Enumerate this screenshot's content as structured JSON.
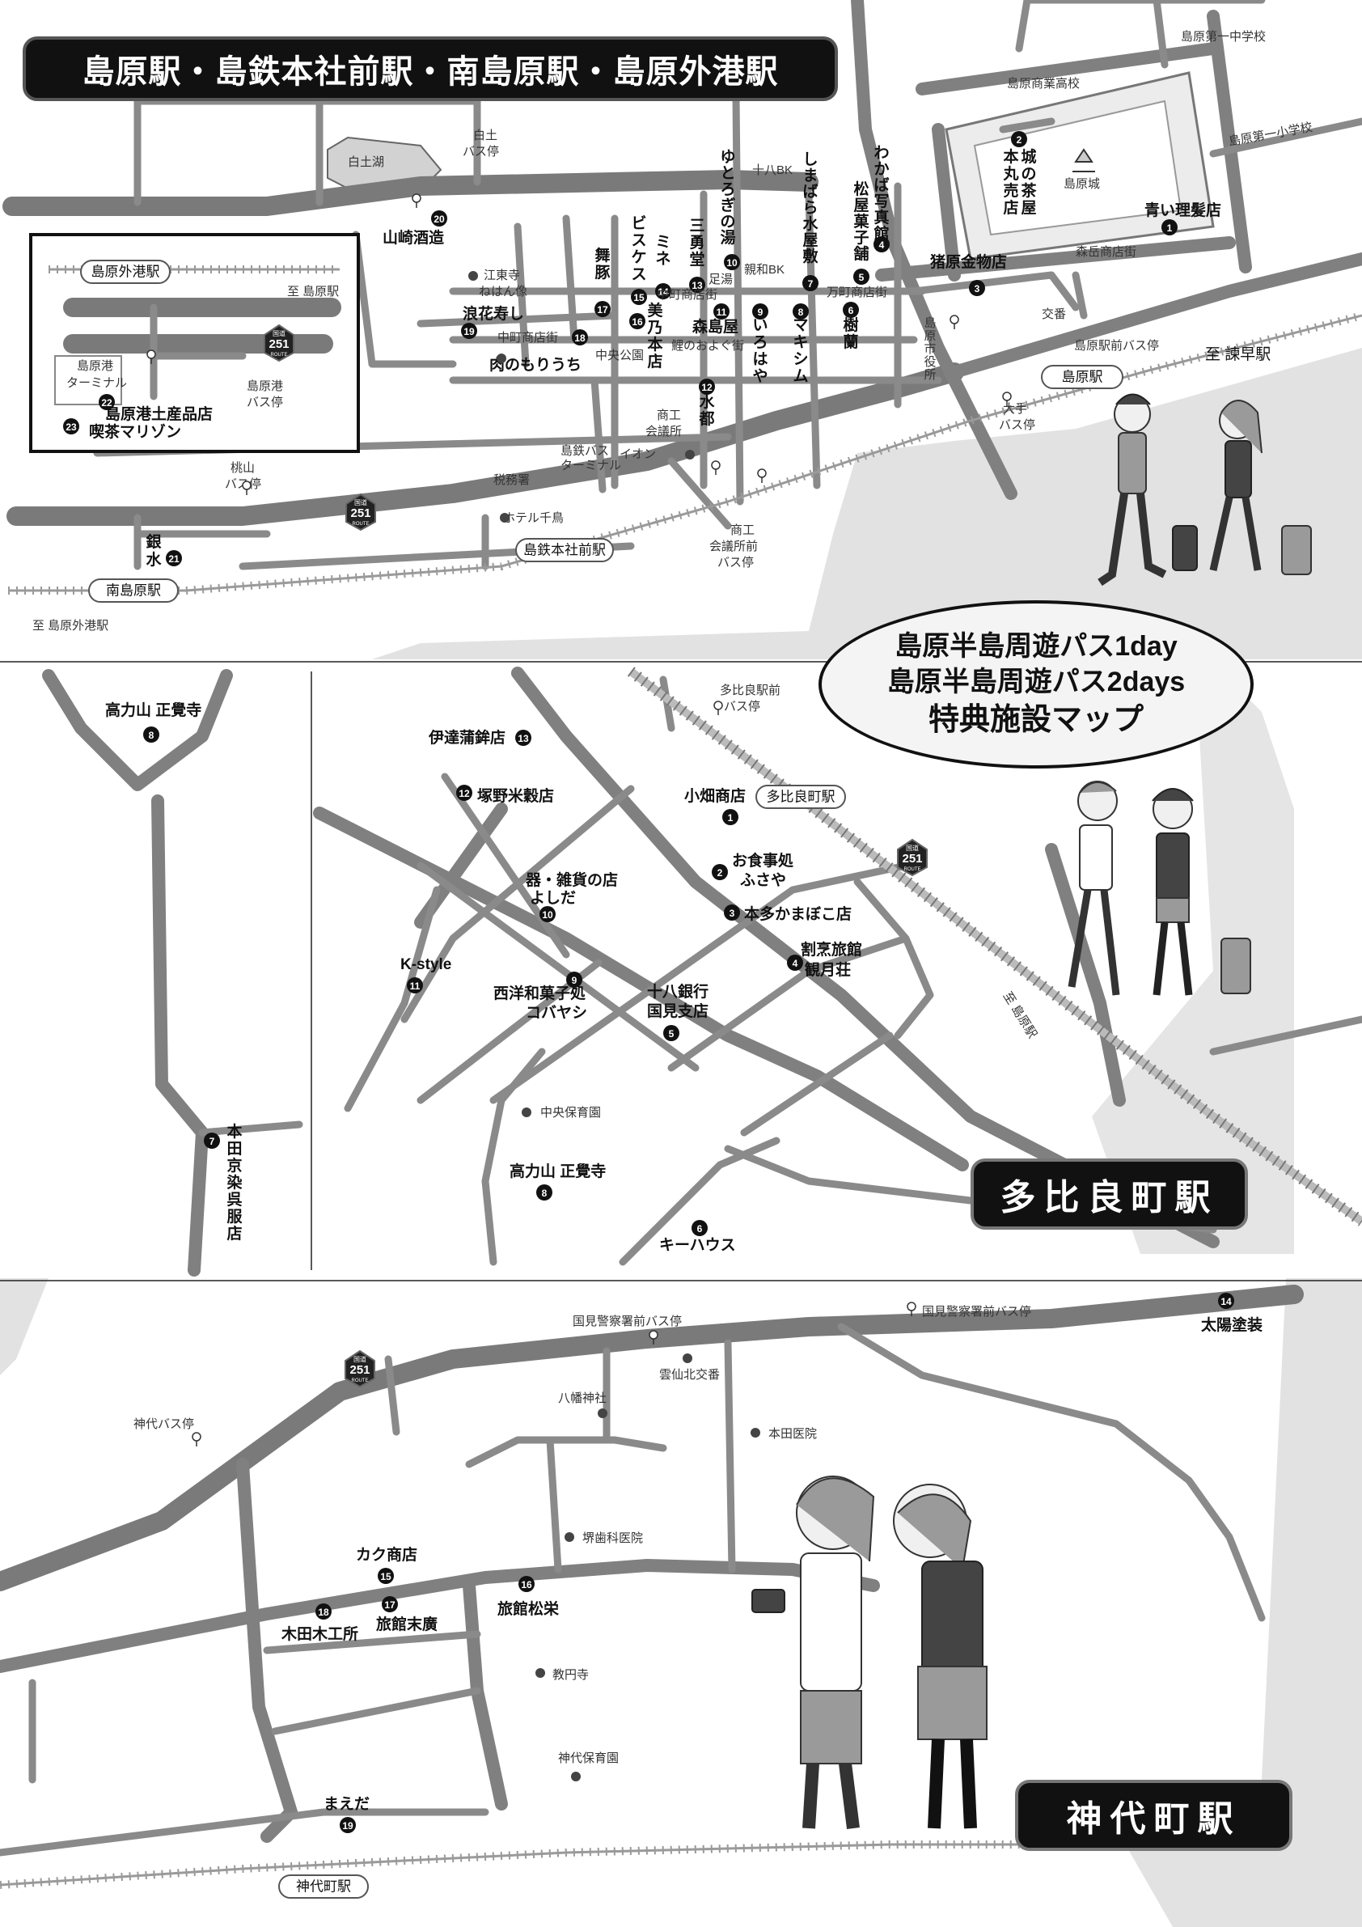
{
  "banners": {
    "top": "島原駅・島鉄本社前駅・南島原駅・島原外港駅",
    "middle": "多比良町駅",
    "bottom": "神代町駅"
  },
  "pass_title": {
    "line1": "島原半島周遊パス1day",
    "line2": "島原半島周遊パス2days",
    "line3": "特典施設マップ"
  },
  "section1": {
    "stations": [
      "島原駅",
      "島鉄本社前駅",
      "南島原駅",
      "島原外港駅"
    ],
    "destinations": [
      "至 諫早駅",
      "至 島原外港駅",
      "至 島原駅"
    ],
    "route_sign": {
      "top": "国道",
      "num": "251",
      "bottom": "ROUTE"
    },
    "facilities": [
      {
        "num": "1",
        "name": "青い理髪店"
      },
      {
        "num": "2",
        "name": "本丸売店 城の茶屋"
      },
      {
        "num": "3",
        "name": "猪原金物店"
      },
      {
        "num": "4",
        "name": "わかば写真館"
      },
      {
        "num": "5",
        "name": "松屋菓子舗"
      },
      {
        "num": "6",
        "name": "樹蘭"
      },
      {
        "num": "7",
        "name": "しまばら水屋敷"
      },
      {
        "num": "8",
        "name": "マキシム"
      },
      {
        "num": "9",
        "name": "いろはや"
      },
      {
        "num": "10",
        "name": "ゆとろぎの湯"
      },
      {
        "num": "11",
        "name": "森島屋"
      },
      {
        "num": "12",
        "name": "水都"
      },
      {
        "num": "13",
        "name": "三勇堂"
      },
      {
        "num": "14",
        "name": "ミネ"
      },
      {
        "num": "15",
        "name": "ビスケス"
      },
      {
        "num": "16",
        "name": "美乃本店"
      },
      {
        "num": "17",
        "name": "舞豚"
      },
      {
        "num": "18",
        "name": "肉のもりうち"
      },
      {
        "num": "19",
        "name": "浪花寿し"
      },
      {
        "num": "20",
        "name": "山崎酒造"
      },
      {
        "num": "21",
        "name": "銀水"
      },
      {
        "num": "22",
        "name": "島原港土産品店"
      },
      {
        "num": "23",
        "name": "喫茶マリゾン"
      }
    ],
    "landmarks": [
      "島原第一中学校",
      "島原商業高校",
      "島原第一小学校",
      "島原城",
      "森岳商店街",
      "交番",
      "島原駅前バス停",
      "大手 バス停",
      "島原市役所",
      "万町商店街",
      "十八BK",
      "親和BK",
      "足湯",
      "中町商店街",
      "鯉のおよぐ街",
      "中央公園",
      "商工 会議所",
      "イオン",
      "島鉄バス ターミナル",
      "税務署",
      "ホテル千鳥",
      "商工 会議所前 バス停",
      "白土湖",
      "白土 バス停",
      "江東寺 ねはん像",
      "中町商店街",
      "桃山 バス停",
      "島原港 ターミナル",
      "島原港 バス停"
    ]
  },
  "section2": {
    "station": "多比良町駅",
    "destination": "至 島原駅",
    "bus_stop": "多比良駅前 バス停",
    "route_sign": {
      "top": "国道",
      "num": "251",
      "bottom": "ROUTE"
    },
    "facilities": [
      {
        "num": "1",
        "name": "小畑商店"
      },
      {
        "num": "2",
        "name": "お食事処 ふさや"
      },
      {
        "num": "3",
        "name": "本多かまぼこ店"
      },
      {
        "num": "4",
        "name": "割烹旅館 観月荘"
      },
      {
        "num": "5",
        "name": "十八銀行 国見支店"
      },
      {
        "num": "6",
        "name": "キーハウス"
      },
      {
        "num": "7",
        "name": "本田京染呉服店"
      },
      {
        "num": "8",
        "name": "高力山 正覺寺"
      },
      {
        "num": "9",
        "name": "西洋和菓子処 コバヤシ"
      },
      {
        "num": "10",
        "name": "器・雑貨の店 よしだ"
      },
      {
        "num": "11",
        "name": "K-style"
      },
      {
        "num": "12",
        "name": "塚野米穀店"
      },
      {
        "num": "13",
        "name": "伊達蒲鉾店"
      }
    ],
    "inset_temple": {
      "num": "8",
      "name": "高力山 正覺寺"
    },
    "landmarks": [
      "中央保育園"
    ]
  },
  "section3": {
    "station": "神代町駅",
    "route_sign": {
      "top": "国道",
      "num": "251",
      "bottom": "ROUTE"
    },
    "facilities": [
      {
        "num": "14",
        "name": "太陽塗装"
      },
      {
        "num": "15",
        "name": "カク商店"
      },
      {
        "num": "16",
        "name": "旅館松栄"
      },
      {
        "num": "17",
        "name": "旅館末廣"
      },
      {
        "num": "18",
        "name": "木田木工所"
      },
      {
        "num": "19",
        "name": "まえだ"
      }
    ],
    "landmarks": [
      "国見警察署前バス停",
      "国見警察署前バス停",
      "神代バス停",
      "雲仙北交番",
      "八幡神社",
      "本田医院",
      "堺歯科医院",
      "教円寺",
      "神代保育園"
    ]
  },
  "colors": {
    "banner_bg": "#111111",
    "banner_text": "#ffffff",
    "road": "#8a8a8a",
    "water": "#e2e2e2",
    "badge": "#111111"
  },
  "icons": [
    "bus-stop-icon",
    "route-251-sign",
    "castle-icon",
    "landmark-dot-icon",
    "camera-icon",
    "suitcase-icon"
  ]
}
